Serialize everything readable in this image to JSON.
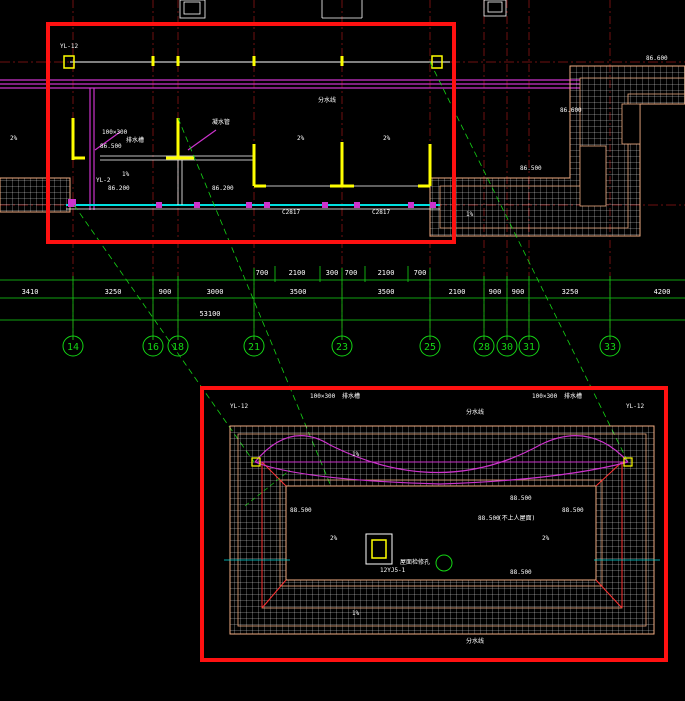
{
  "axes": {
    "labels": [
      "14",
      "16",
      "18",
      "21",
      "23",
      "25",
      "28",
      "30",
      "31",
      "33"
    ],
    "dims": [
      "3410",
      "3250",
      "900",
      "3000",
      "3500",
      "3500",
      "2100",
      "900",
      "900",
      "3250",
      "4200"
    ],
    "total": "53100",
    "sub_dims": [
      "700",
      "2100",
      "300",
      "700",
      "2100",
      "700"
    ]
  },
  "top_plan": {
    "windows": [
      "C2817",
      "C2817"
    ],
    "levels": [
      "86.500",
      "86.200",
      "86.600",
      "86.200",
      "86.500",
      "86.600"
    ],
    "tags": [
      "YL-12",
      "YL-2",
      "100×300",
      "排水槽",
      "分水线",
      "凝水管"
    ],
    "slopes": [
      "1%",
      "2%",
      "2%",
      "2%",
      "1%"
    ]
  },
  "detail": {
    "tags": [
      "YL-12",
      "100×300",
      "排水槽",
      "YL-12",
      "100×300",
      "排水槽",
      "分水线",
      "分水线"
    ],
    "levels": [
      "88.500",
      "88.500",
      "88.500",
      "88.500",
      "88.500"
    ],
    "notes": [
      "(不上人屋面)",
      "屋面检修孔",
      "12YJ5-1"
    ],
    "slopes": [
      "1%",
      "1%",
      "2%",
      "2%"
    ]
  },
  "colors": {
    "frame": "#ff1111",
    "grid": "#14d414",
    "wall": "#ffff00",
    "gutter": "#cc33cc",
    "roof": "#f0ad82",
    "text": "#ffffff"
  }
}
